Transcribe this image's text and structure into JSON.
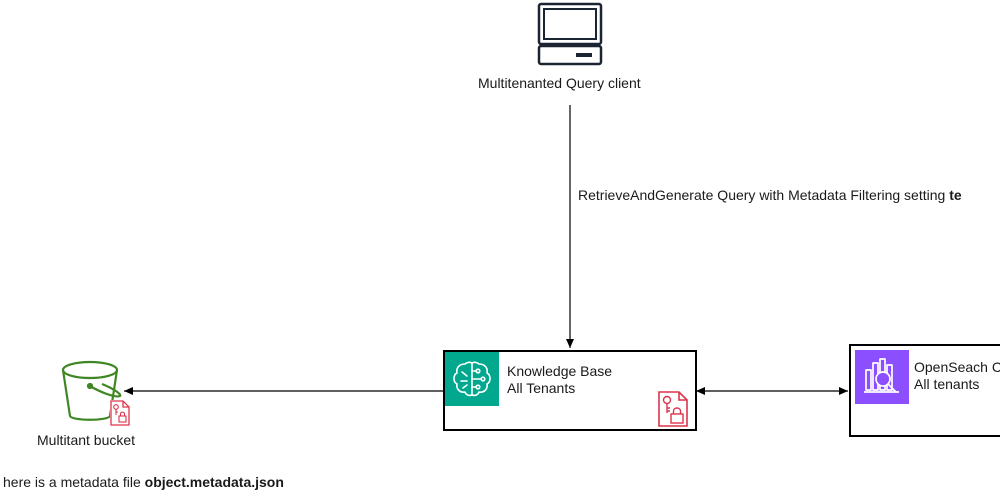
{
  "client": {
    "label": "Multitenanted Query client",
    "icon": "computer-client-icon"
  },
  "query_edge": {
    "prefix": "RetrieveAndGenerate Query with Metadata Filtering setting ",
    "bold": "te"
  },
  "knowledge_base": {
    "title": "Knowledge Base",
    "subtitle": "All Tenants",
    "icon": "bedrock-brain-icon",
    "badge_icon": "encrypted-file-icon",
    "accent": "#01A88D"
  },
  "opensearch": {
    "title": "OpenSeach C",
    "subtitle": "All tenants",
    "icon": "opensearch-icon",
    "accent": "#8C4FFF"
  },
  "bucket": {
    "label": "Multitant bucket",
    "icon": "s3-bucket-icon",
    "badge_icon": "encrypted-file-icon",
    "accent": "#3F8624"
  },
  "footer": {
    "prefix": "here is a metadata file ",
    "bold": "object.metadata.json"
  },
  "colors": {
    "line": "#000000",
    "lock": "#DD344C"
  }
}
